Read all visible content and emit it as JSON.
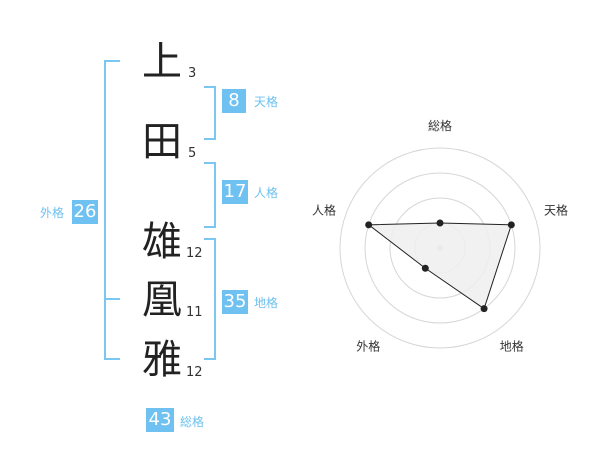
{
  "name": {
    "chars": [
      {
        "char": "上",
        "strokes": "3"
      },
      {
        "char": "田",
        "strokes": "5"
      },
      {
        "char": "雄",
        "strokes": "12"
      },
      {
        "char": "凰",
        "strokes": "11"
      },
      {
        "char": "雅",
        "strokes": "12"
      }
    ]
  },
  "kakusu": {
    "tenkaku": {
      "label": "天格",
      "value": "8"
    },
    "jinkaku": {
      "label": "人格",
      "value": "17"
    },
    "chikaku": {
      "label": "地格",
      "value": "35"
    },
    "gaikaku": {
      "label": "外格",
      "value": "26"
    },
    "soukaku": {
      "label": "総格",
      "value": "43"
    }
  },
  "chart_data": {
    "type": "radar",
    "axes": [
      "総格",
      "天格",
      "地格",
      "外格",
      "人格"
    ],
    "values": [
      1,
      3,
      3,
      1,
      3
    ],
    "max": 4,
    "rings": 4,
    "colors": {
      "fill": "#eeeeee",
      "stroke": "#222222",
      "ring": "#d6d6d6"
    }
  }
}
